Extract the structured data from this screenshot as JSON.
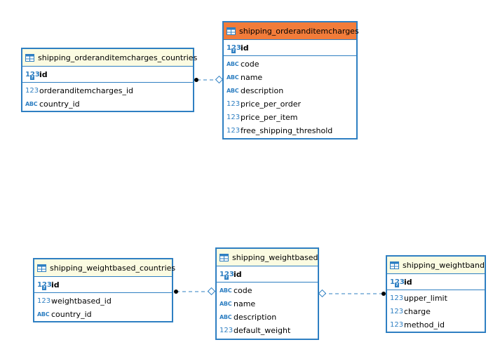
{
  "type_labels": {
    "num": "123",
    "str": "ABC",
    "key_badge": "?"
  },
  "tables": {
    "countries1": {
      "title": "shipping_orderanditemcharges_countries",
      "pk": "id",
      "columns": [
        {
          "type": "num",
          "name": "orderanditemcharges_id"
        },
        {
          "type": "str",
          "name": "country_id"
        }
      ]
    },
    "charges": {
      "title": "shipping_orderanditemcharges",
      "highlighted": true,
      "pk": "id",
      "columns": [
        {
          "type": "str",
          "name": "code"
        },
        {
          "type": "str",
          "name": "name"
        },
        {
          "type": "str",
          "name": "description"
        },
        {
          "type": "num",
          "name": "price_per_order"
        },
        {
          "type": "num",
          "name": "price_per_item"
        },
        {
          "type": "num",
          "name": "free_shipping_threshold"
        }
      ]
    },
    "countries2": {
      "title": "shipping_weightbased_countries",
      "pk": "id",
      "columns": [
        {
          "type": "num",
          "name": "weightbased_id"
        },
        {
          "type": "str",
          "name": "country_id"
        }
      ]
    },
    "weightbased": {
      "title": "shipping_weightbased",
      "pk": "id",
      "columns": [
        {
          "type": "str",
          "name": "code"
        },
        {
          "type": "str",
          "name": "name"
        },
        {
          "type": "str",
          "name": "description"
        },
        {
          "type": "num",
          "name": "default_weight"
        }
      ]
    },
    "weightband": {
      "title": "shipping_weightband",
      "pk": "id",
      "columns": [
        {
          "type": "num",
          "name": "upper_limit"
        },
        {
          "type": "num",
          "name": "charge"
        },
        {
          "type": "num",
          "name": "method_id"
        }
      ]
    }
  },
  "colors": {
    "border": "#2e7fc2",
    "header": "#fbfbe1",
    "highlight_header": "#f27c3a",
    "link": "#2e7fc2"
  }
}
